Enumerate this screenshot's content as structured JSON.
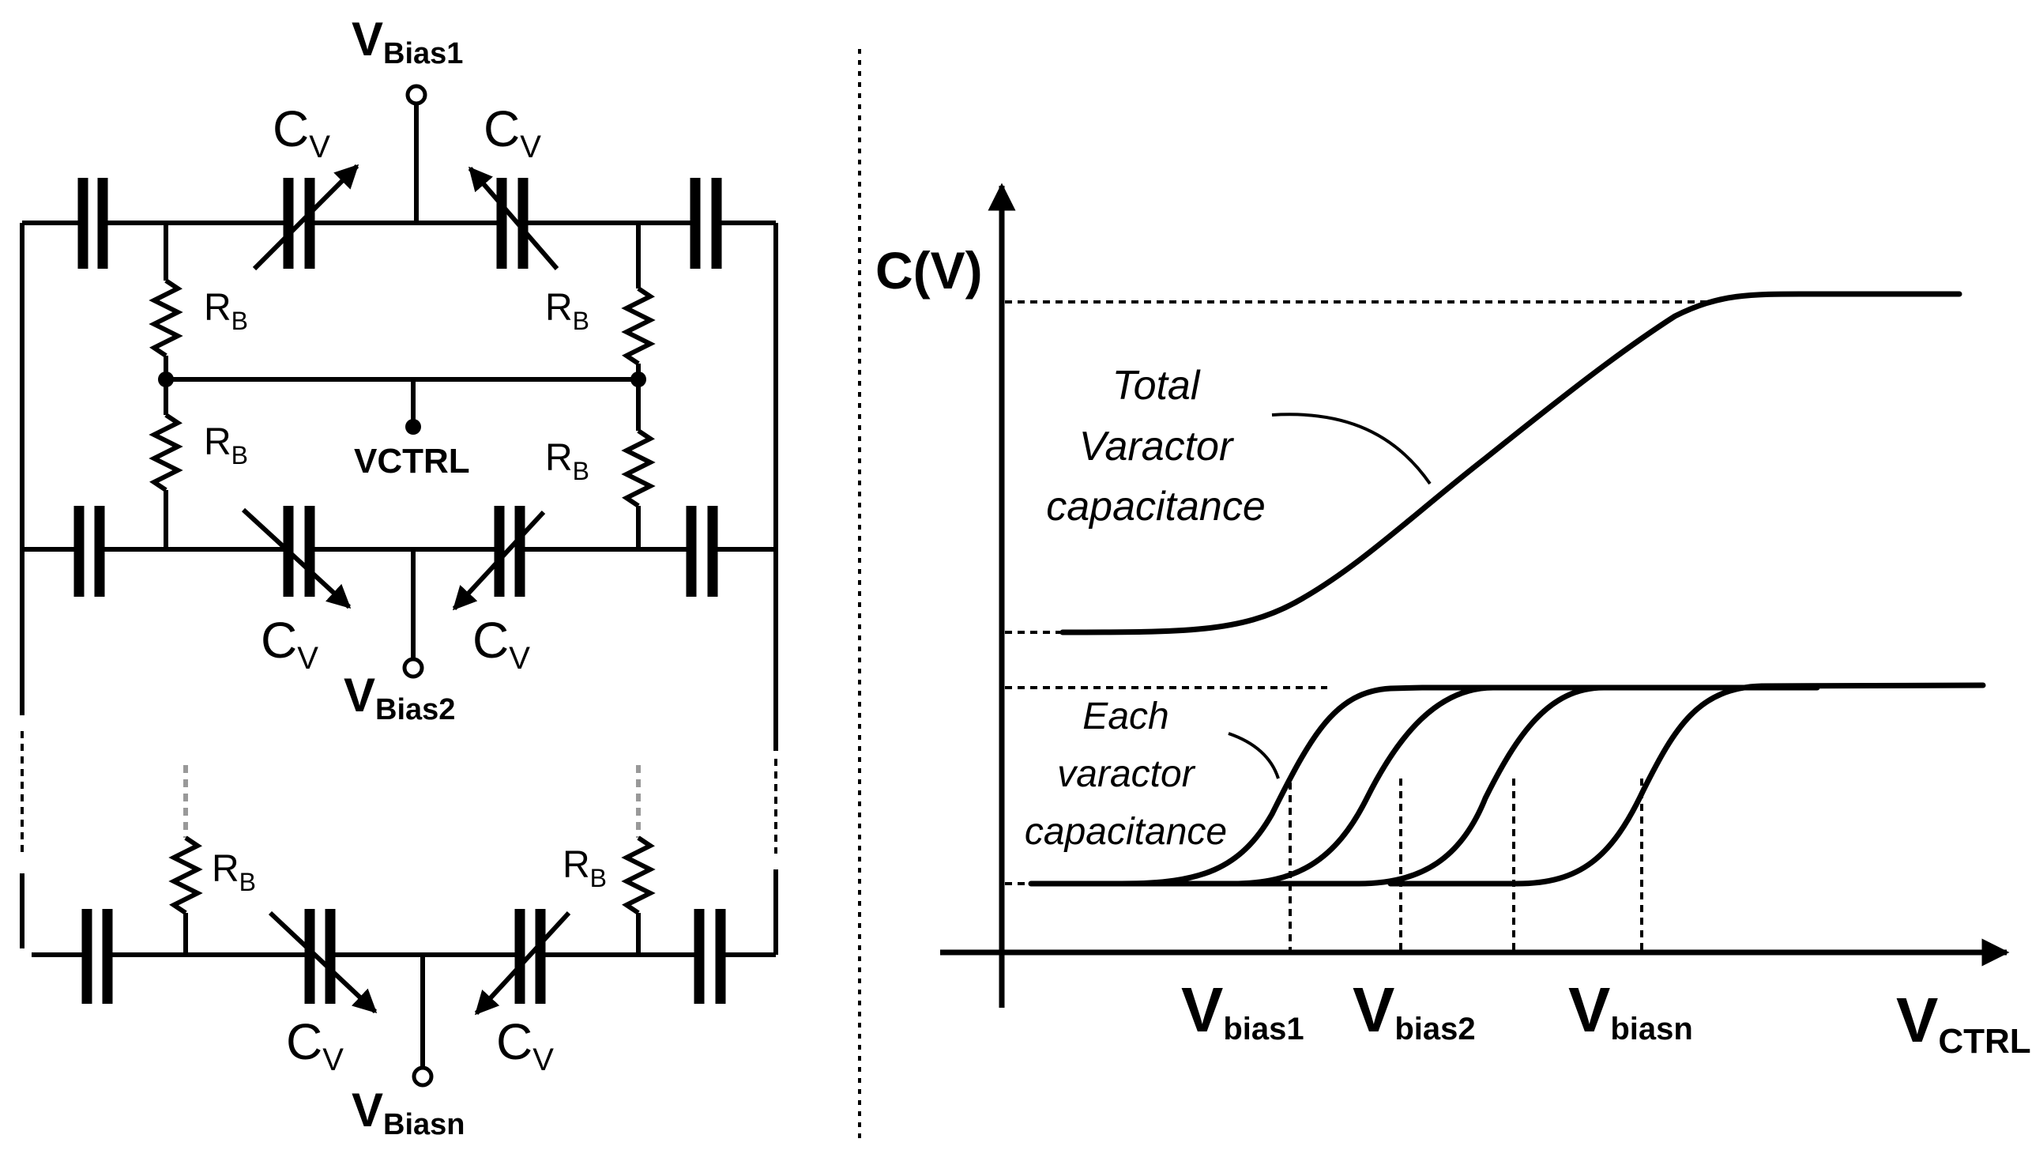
{
  "circuit": {
    "cv_label": "C",
    "cv_sub": "V",
    "rb_label": "R",
    "rb_sub": "B",
    "vbias1": {
      "main": "V",
      "sub": "Bias1"
    },
    "vbias2": {
      "main": "V",
      "sub": "Bias2"
    },
    "vbiasn": {
      "main": "V",
      "sub": "Biasn"
    },
    "vctrl": "VCTRL"
  },
  "graph": {
    "ylabel": "C(V)",
    "xlabel_main": "V",
    "xlabel_sub": "CTRL",
    "total_annotation": [
      "Total",
      "Varactor",
      "capacitance"
    ],
    "each_annotation": [
      "Each",
      "varactor",
      "capacitance"
    ],
    "vbias_ticks": [
      {
        "main": "V",
        "sub": "bias1"
      },
      {
        "main": "V",
        "sub": "bias2"
      },
      {
        "main": "V",
        "sub": "biasn"
      }
    ]
  },
  "chart_data": {
    "type": "line",
    "xlabel": "VCTRL",
    "ylabel": "C(V)",
    "series": [],
    "x_ticks": [
      "Vbias1",
      "Vbias2",
      "Vbiasn"
    ],
    "annotations": [
      "Total Varactor capacitance",
      "Each varactor capacitance"
    ],
    "grid": false
  }
}
